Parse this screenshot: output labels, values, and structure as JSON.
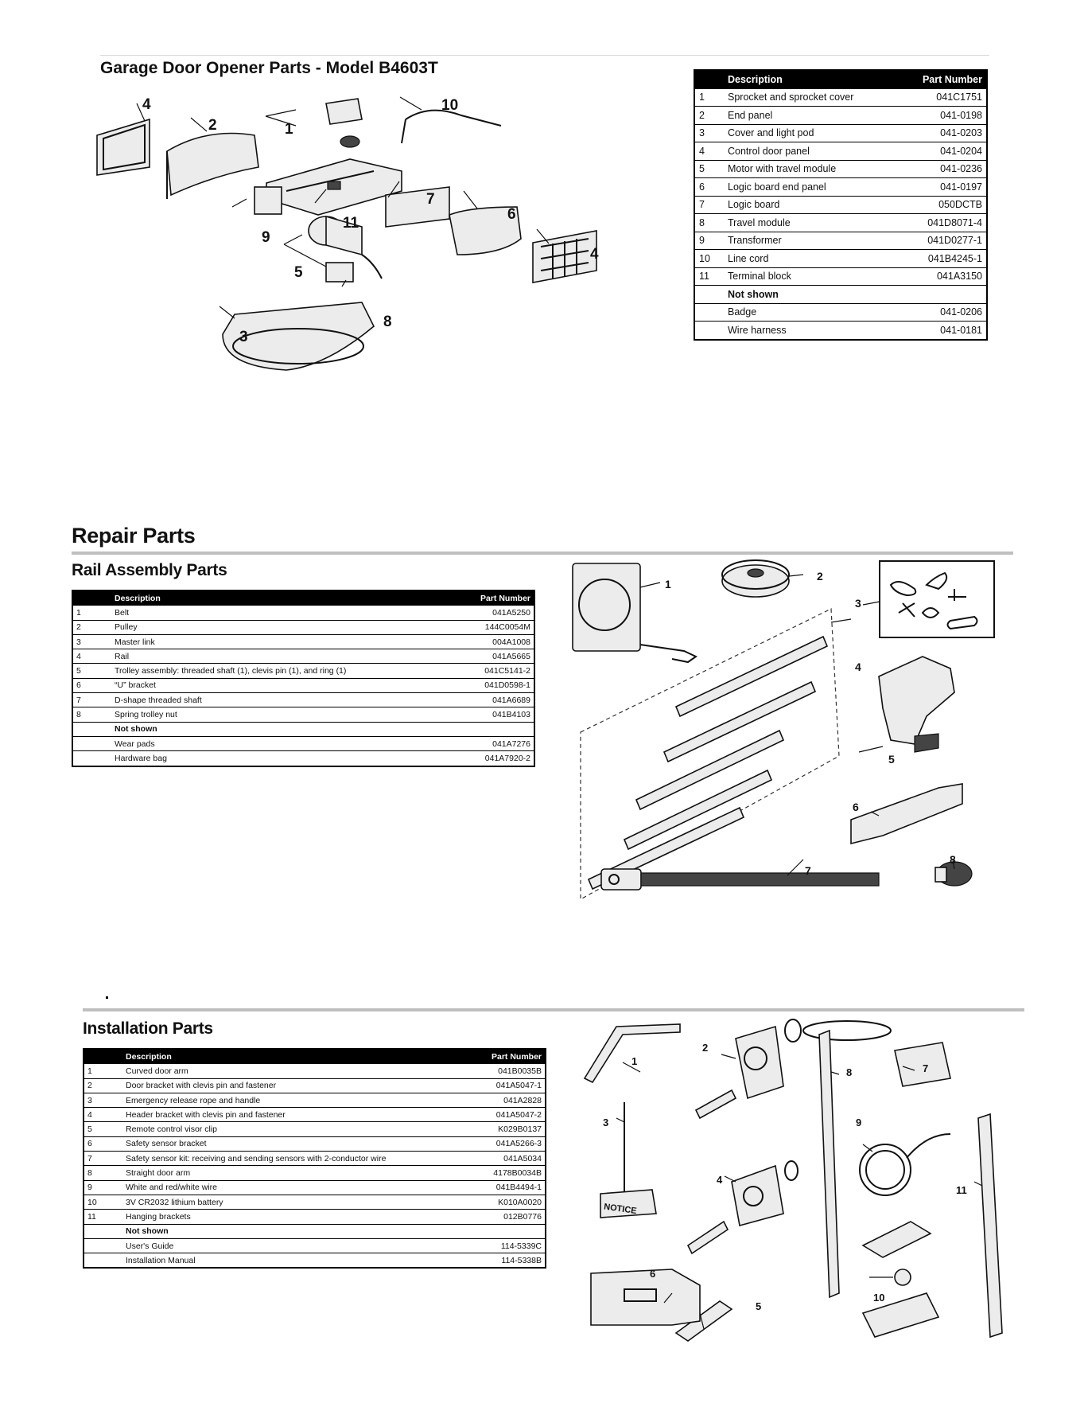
{
  "opener": {
    "title": "Garage Door Opener Parts - Model B4603T",
    "headers": {
      "description": "Description",
      "part_number": "Part Number"
    },
    "rows": [
      {
        "no": "1",
        "description": "Sprocket and sprocket cover",
        "part": "041C1751"
      },
      {
        "no": "2",
        "description": "End panel",
        "part": "041-0198"
      },
      {
        "no": "3",
        "description": "Cover and light pod",
        "part": "041-0203"
      },
      {
        "no": "4",
        "description": "Control door panel",
        "part": "041-0204"
      },
      {
        "no": "5",
        "description": "Motor with travel module",
        "part": "041-0236"
      },
      {
        "no": "6",
        "description": "Logic board end panel",
        "part": "041-0197"
      },
      {
        "no": "7",
        "description": "Logic board",
        "part": "050DCTB"
      },
      {
        "no": "8",
        "description": "Travel module",
        "part": "041D8071-4"
      },
      {
        "no": "9",
        "description": "Transformer",
        "part": "041D0277-1"
      },
      {
        "no": "10",
        "description": "Line cord",
        "part": "041B4245-1"
      },
      {
        "no": "11",
        "description": "Terminal block",
        "part": "041A3150"
      },
      {
        "no": "",
        "description": "Not shown",
        "part": ""
      },
      {
        "no": "",
        "description": "Badge",
        "part": "041-0206"
      },
      {
        "no": "",
        "description": "Wire harness",
        "part": "041-0181"
      }
    ],
    "callouts": [
      "4",
      "2",
      "1",
      "10",
      "7",
      "6",
      "11",
      "9",
      "5",
      "8",
      "4",
      "3"
    ]
  },
  "repair": {
    "title": "Repair Parts"
  },
  "rail": {
    "title": "Rail Assembly Parts",
    "headers": {
      "description": "Description",
      "part_number": "Part Number"
    },
    "rows": [
      {
        "no": "1",
        "description": "Belt",
        "part": "041A5250"
      },
      {
        "no": "2",
        "description": "Pulley",
        "part": "144C0054M"
      },
      {
        "no": "3",
        "description": "Master link",
        "part": "004A1008"
      },
      {
        "no": "4",
        "description": "Rail",
        "part": "041A5665"
      },
      {
        "no": "5",
        "description": "Trolley assembly: threaded shaft (1), clevis pin (1), and ring (1)",
        "part": "041C5141-2"
      },
      {
        "no": "6",
        "description": "“U” bracket",
        "part": "041D0598-1"
      },
      {
        "no": "7",
        "description": "D-shape threaded shaft",
        "part": "041A6689"
      },
      {
        "no": "8",
        "description": "Spring trolley nut",
        "part": "041B4103"
      },
      {
        "no": "",
        "description": "Not shown",
        "part": ""
      },
      {
        "no": "",
        "description": "Wear pads",
        "part": "041A7276"
      },
      {
        "no": "",
        "description": "Hardware bag",
        "part": "041A7920-2"
      }
    ],
    "callouts": [
      "1",
      "2",
      "3",
      "4",
      "5",
      "6",
      "7",
      "8"
    ]
  },
  "install": {
    "title": "Installation Parts",
    "headers": {
      "description": "Description",
      "part_number": "Part Number"
    },
    "rows": [
      {
        "no": "1",
        "description": "Curved door arm",
        "part": "041B0035B"
      },
      {
        "no": "2",
        "description": "Door bracket with clevis pin and fastener",
        "part": "041A5047-1"
      },
      {
        "no": "3",
        "description": "Emergency release rope and handle",
        "part": "041A2828"
      },
      {
        "no": "4",
        "description": "Header bracket with clevis pin and fastener",
        "part": "041A5047-2"
      },
      {
        "no": "5",
        "description": "Remote control visor clip",
        "part": "K029B0137"
      },
      {
        "no": "6",
        "description": "Safety sensor bracket",
        "part": "041A5266-3"
      },
      {
        "no": "7",
        "description": "Safety sensor kit: receiving and sending sensors with 2-conductor wire",
        "part": "041A5034"
      },
      {
        "no": "8",
        "description": "Straight door arm",
        "part": "4178B0034B"
      },
      {
        "no": "9",
        "description": "White and red/white wire",
        "part": "041B4494-1"
      },
      {
        "no": "10",
        "description": "3V CR2032 lithium battery",
        "part": "K010A0020"
      },
      {
        "no": "11",
        "description": "Hanging brackets",
        "part": "012B0776"
      },
      {
        "no": "",
        "description": "Not shown",
        "part": ""
      },
      {
        "no": "",
        "description": "User's Guide",
        "part": "114-5339C"
      },
      {
        "no": "",
        "description": "Installation Manual",
        "part": "114-5338B"
      }
    ],
    "callouts": [
      "1",
      "2",
      "3",
      "4",
      "5",
      "6",
      "7",
      "8",
      "9",
      "10",
      "11"
    ],
    "notice_text": "NOTICE"
  }
}
